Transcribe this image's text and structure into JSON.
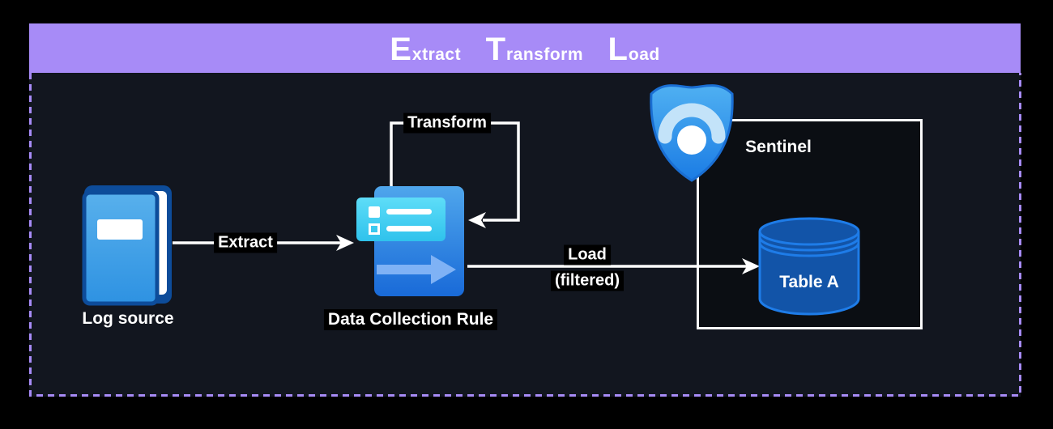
{
  "title": {
    "words": [
      {
        "initial": "E",
        "rest": "xtract"
      },
      {
        "initial": "T",
        "rest": "ransform"
      },
      {
        "initial": "L",
        "rest": "oad"
      }
    ]
  },
  "nodes": {
    "log_source": {
      "label": "Log source",
      "icon": "book-icon"
    },
    "data_collection_rule": {
      "label": "Data Collection Rule",
      "icon": "data-collection-rule-icon"
    },
    "sentinel": {
      "label": "Sentinel",
      "icon": "sentinel-shield-icon"
    },
    "table_a": {
      "label": "Table A",
      "icon": "database-cylinder-icon"
    }
  },
  "edges": {
    "extract": {
      "label": "Extract",
      "from": "log_source",
      "to": "data_collection_rule"
    },
    "transform": {
      "label": "Transform",
      "from": "data_collection_rule",
      "to": "data_collection_rule"
    },
    "load": {
      "label": "Load",
      "sublabel": "(filtered)",
      "from": "data_collection_rule",
      "to": "table_a"
    }
  },
  "colors": {
    "banner_bg": "#a78bf7",
    "banner_text": "#ffffff",
    "panel_bg": "#12161f",
    "outer_bg": "#000000",
    "dashed_border": "#a78bf7",
    "sentinel_box_border": "#fafafa",
    "connector": "#ffffff",
    "label_text": "#ffffff",
    "label_bg": "#000000",
    "book_blue_light": "#58b0ec",
    "book_blue_dark": "#2e92e2",
    "book_outline": "#0d4c9a",
    "dcr_blue_light": "#4fa6ec",
    "dcr_blue_dark": "#196ad8",
    "dcr_card_light": "#5eddf8",
    "dcr_card_dark": "#2fc2ec",
    "dcr_arrow": "#7fb2f5",
    "shield_light": "#4fb0f2",
    "shield_dark": "#1b7ce4",
    "shield_arc": "#c3e3f9",
    "cylinder_fill": "#1254a8",
    "cylinder_stroke": "#1e7ce8"
  }
}
